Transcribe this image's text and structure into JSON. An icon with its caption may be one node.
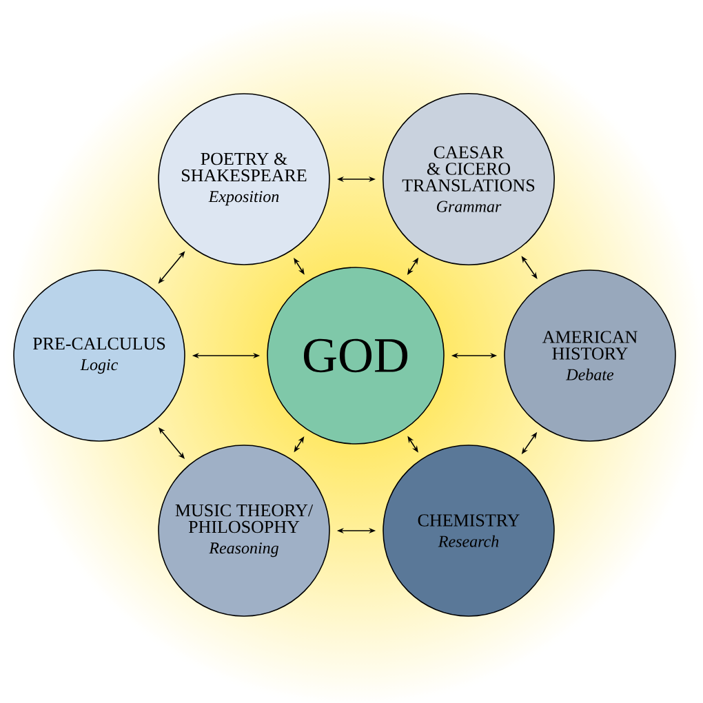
{
  "diagram": {
    "nodes": [
      {
        "text": [
          "POETRY & SHAKESPEARE",
          "Exposition"
        ]
      },
      {
        "text": [
          "CAESAR & CICERO TRANSLATIONS",
          "Grammar"
        ]
      },
      {
        "text": [
          "PRE-CALCULUS",
          "Logic"
        ]
      },
      {
        "text": [
          "GOD"
        ]
      },
      {
        "text": [
          "AMERICAN HISTORY",
          "Debate"
        ]
      },
      {
        "text": [
          "MUSIC THEORY/ PHILOSOPHY",
          "Reasoning"
        ]
      },
      {
        "text": [
          "CHEMISTRY",
          "Research"
        ]
      }
    ],
    "edges": [
      {
        "from": 0,
        "to": 1,
        "arrow": "both"
      },
      {
        "from": 1,
        "to": 4,
        "arrow": "both"
      },
      {
        "from": 4,
        "to": 6,
        "arrow": "both"
      },
      {
        "from": 6,
        "to": 5,
        "arrow": "both"
      },
      {
        "from": 5,
        "to": 2,
        "arrow": "both"
      },
      {
        "from": 2,
        "to": 0,
        "arrow": "both"
      },
      {
        "from": 0,
        "to": 3,
        "arrow": "both"
      },
      {
        "from": 1,
        "to": 3,
        "arrow": "both"
      },
      {
        "from": 4,
        "to": 3,
        "arrow": "both"
      },
      {
        "from": 6,
        "to": 3,
        "arrow": "both"
      },
      {
        "from": 5,
        "to": 3,
        "arrow": "both"
      },
      {
        "from": 2,
        "to": 3,
        "arrow": "both"
      }
    ]
  }
}
